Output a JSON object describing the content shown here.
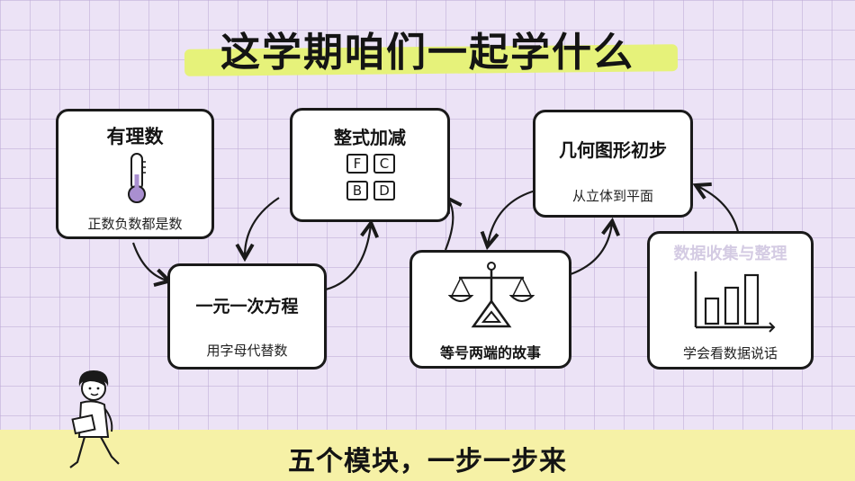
{
  "title": "这学期咱们一起学什么",
  "footer": "五个模块，一步一步来",
  "modules": [
    {
      "title": "有理数",
      "subtitle": "正数负数都是数",
      "icon": "thermometer-icon"
    },
    {
      "title": "一元一次方程",
      "subtitle": "用字母代替数",
      "icon": ""
    },
    {
      "title": "整式加减",
      "subtitle": "",
      "icon": "letter-tiles-icon",
      "tiles": [
        "F",
        "C",
        "B",
        "D"
      ]
    },
    {
      "title": "等号两端的故事",
      "subtitle": "",
      "icon": "balance-scale-icon"
    },
    {
      "title": "几何图形初步",
      "subtitle": "从立体到平面",
      "icon": ""
    },
    {
      "title": "数据收集与整理",
      "subtitle": "学会看数据说话",
      "icon": "bar-chart-icon"
    }
  ],
  "colors": {
    "background": "#ece3f6",
    "highlight": "#e6f27a",
    "footer_band": "#f6f1a6",
    "thermometer_fill": "#a98fd0"
  }
}
